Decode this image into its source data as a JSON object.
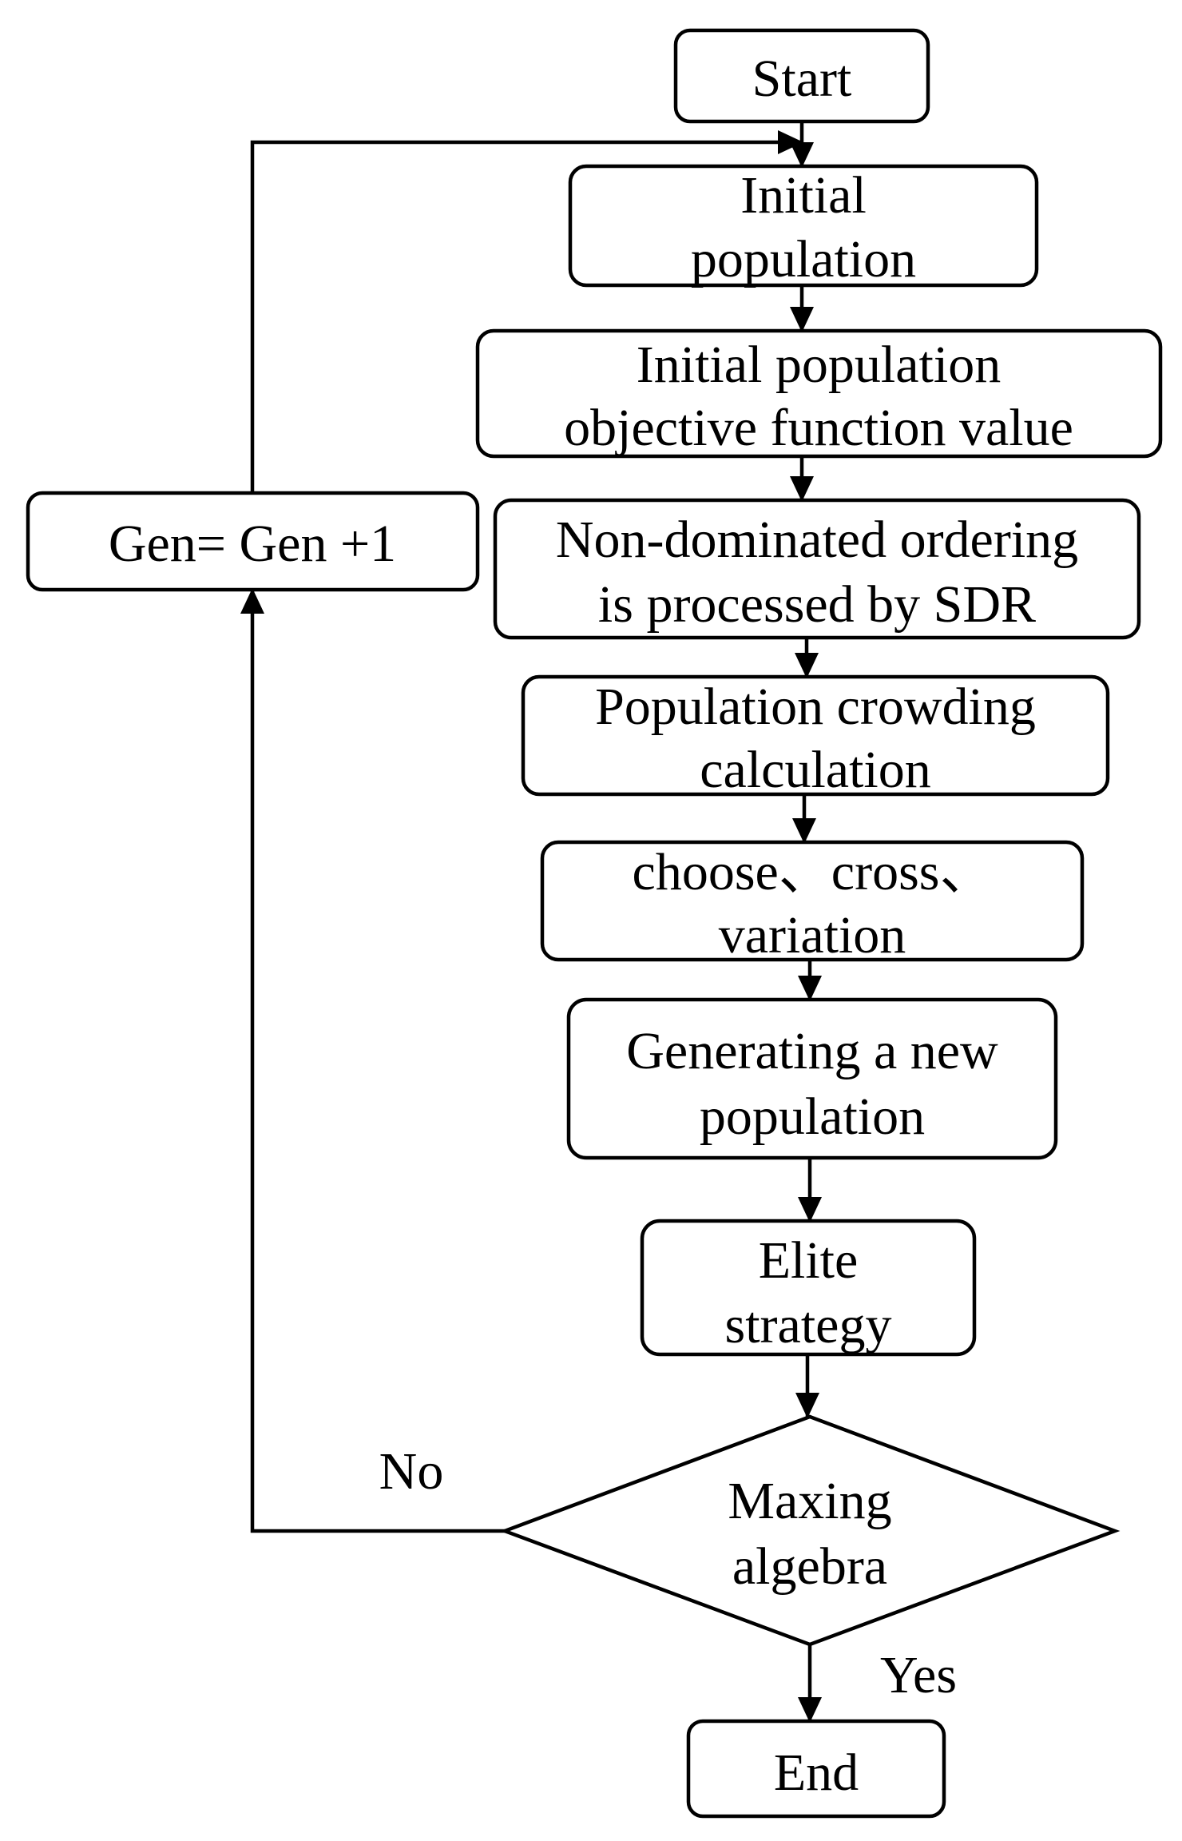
{
  "nodes": {
    "start": {
      "lines": [
        "Start"
      ]
    },
    "initial_population": {
      "lines": [
        "Initial",
        "population"
      ]
    },
    "objective_value": {
      "lines": [
        "Initial population",
        "objective function value"
      ]
    },
    "non_dominated": {
      "lines": [
        "Non-dominated ordering",
        "is processed by SDR"
      ]
    },
    "crowding": {
      "lines": [
        "Population crowding",
        "calculation"
      ]
    },
    "operators": {
      "lines": [
        "choose、cross、",
        "variation"
      ]
    },
    "new_population": {
      "lines": [
        "Generating a new",
        "population"
      ]
    },
    "elite": {
      "lines": [
        "Elite",
        "strategy"
      ]
    },
    "decision": {
      "lines": [
        "Maxing",
        "algebra"
      ]
    },
    "end": {
      "lines": [
        "End"
      ]
    },
    "increment": {
      "lines": [
        "Gen= Gen +1"
      ]
    }
  },
  "edge_labels": {
    "no": "No",
    "yes": "Yes"
  },
  "colors": {
    "stroke": "#000000",
    "fill": "#ffffff",
    "text": "#000000"
  }
}
